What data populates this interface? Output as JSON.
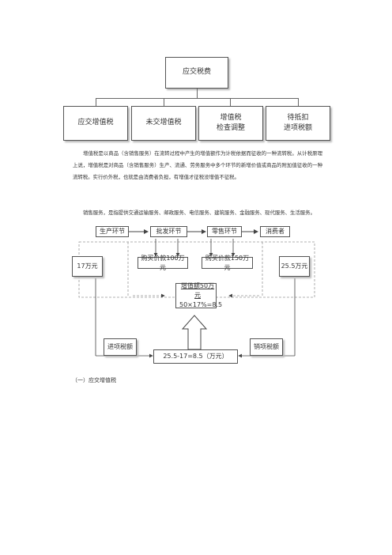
{
  "tree": {
    "root": "应交税费",
    "children": [
      {
        "line1": "应交增值税",
        "line2": ""
      },
      {
        "line1": "未交增值税",
        "line2": ""
      },
      {
        "line1": "增值税",
        "line2": "检查调整"
      },
      {
        "line1": "待抵扣",
        "line2": "进项税额"
      }
    ]
  },
  "paragraph1": "增值税是以商品（含销售服务）在流转过程中产生的增值额作为计税依据而征收的一种流转税。从计税原理上说，增值税是对商品（含销售服务）生产、流通、劳务服务中多个环节的新增价值或商品的附加值征收的一种流转税。实行价外税，也就是由消费者负担，有增值才征税没增值不征税。",
  "paragraph2": "销售服务，是指提供交通运输服务、邮政服务、电信服务、建筑服务、金融服务、现代服务、生活服务。",
  "flow": {
    "stages": [
      "生产环节",
      "批发环节",
      "零售环节",
      "消费者"
    ],
    "purchase1": "购买价款100万元",
    "purchase2": "购买价款150万元",
    "left_amount": "17万元",
    "right_amount": "25.5万元",
    "center_line1": "增值额50万元",
    "center_line2": "50×17%=8.5",
    "input_tax": "进项税额",
    "output_tax": "销项税额",
    "result": "25.5-17=8.5（万元）"
  },
  "section_heading": "（一）应交增值税"
}
